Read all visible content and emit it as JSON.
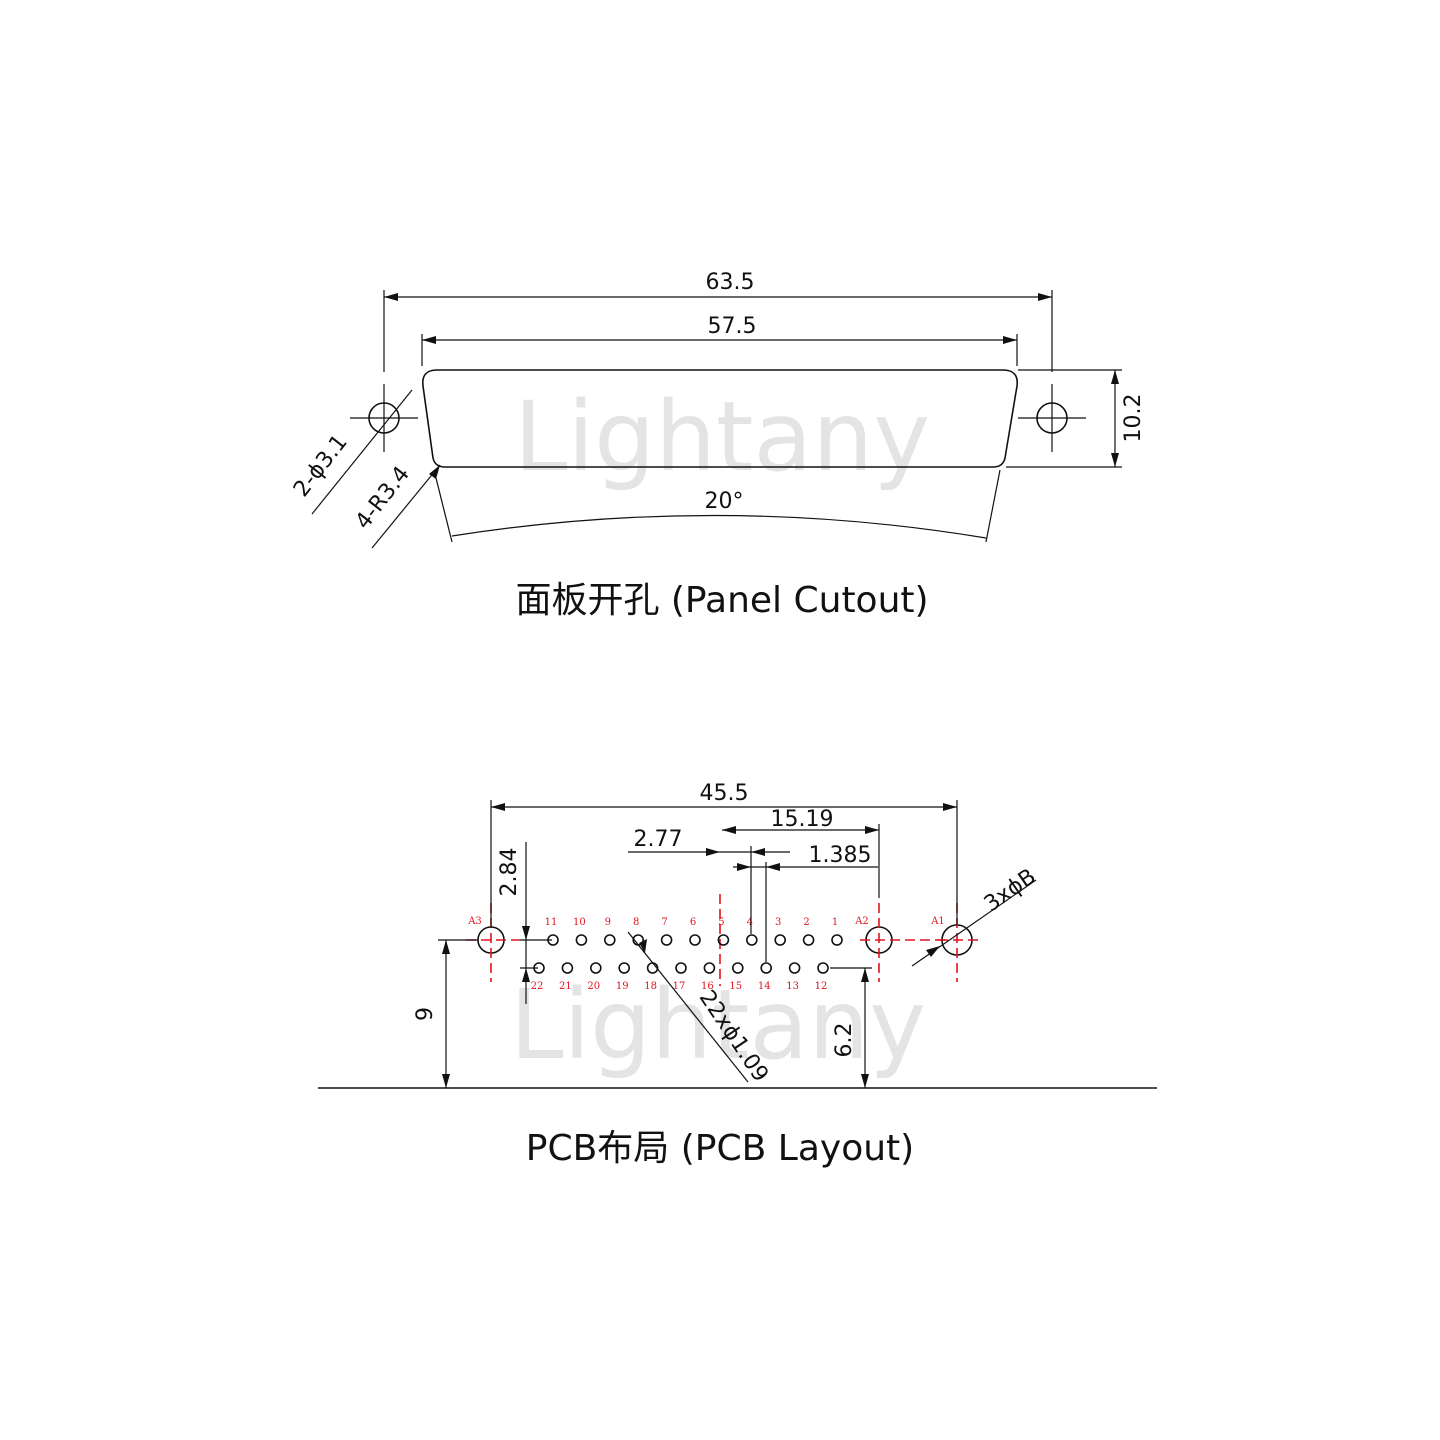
{
  "watermark": "Lightany",
  "panel": {
    "caption": "面板开孔 (Panel Cutout)",
    "dims": {
      "overall_width": "63.5",
      "cutout_width": "57.5",
      "height": "10.2",
      "mount_hole": "2-ϕ3.1",
      "corner_radius": "4-R3.4",
      "angle": "20°"
    }
  },
  "pcb": {
    "caption": "PCB布局 (PCB Layout)",
    "dims": {
      "overall": "45.5",
      "pitch_span": "15.19",
      "pitch": "2.77",
      "half_pitch": "1.385",
      "row_spacing": "2.84",
      "mount_holes": "3xϕB",
      "pin_holes": "22xϕ1.09",
      "height_left": "9",
      "height_right": "6.2"
    },
    "mount_labels": [
      "A3",
      "A2",
      "A1"
    ],
    "top_row": [
      "11",
      "10",
      "9",
      "8",
      "7",
      "6",
      "5",
      "4",
      "3",
      "2",
      "1"
    ],
    "bottom_row": [
      "22",
      "21",
      "20",
      "19",
      "18",
      "17",
      "16",
      "15",
      "14",
      "13",
      "12"
    ]
  },
  "colors": {
    "line": "#111111",
    "red": "#e0141e",
    "watermark": "#e4e4e4"
  }
}
